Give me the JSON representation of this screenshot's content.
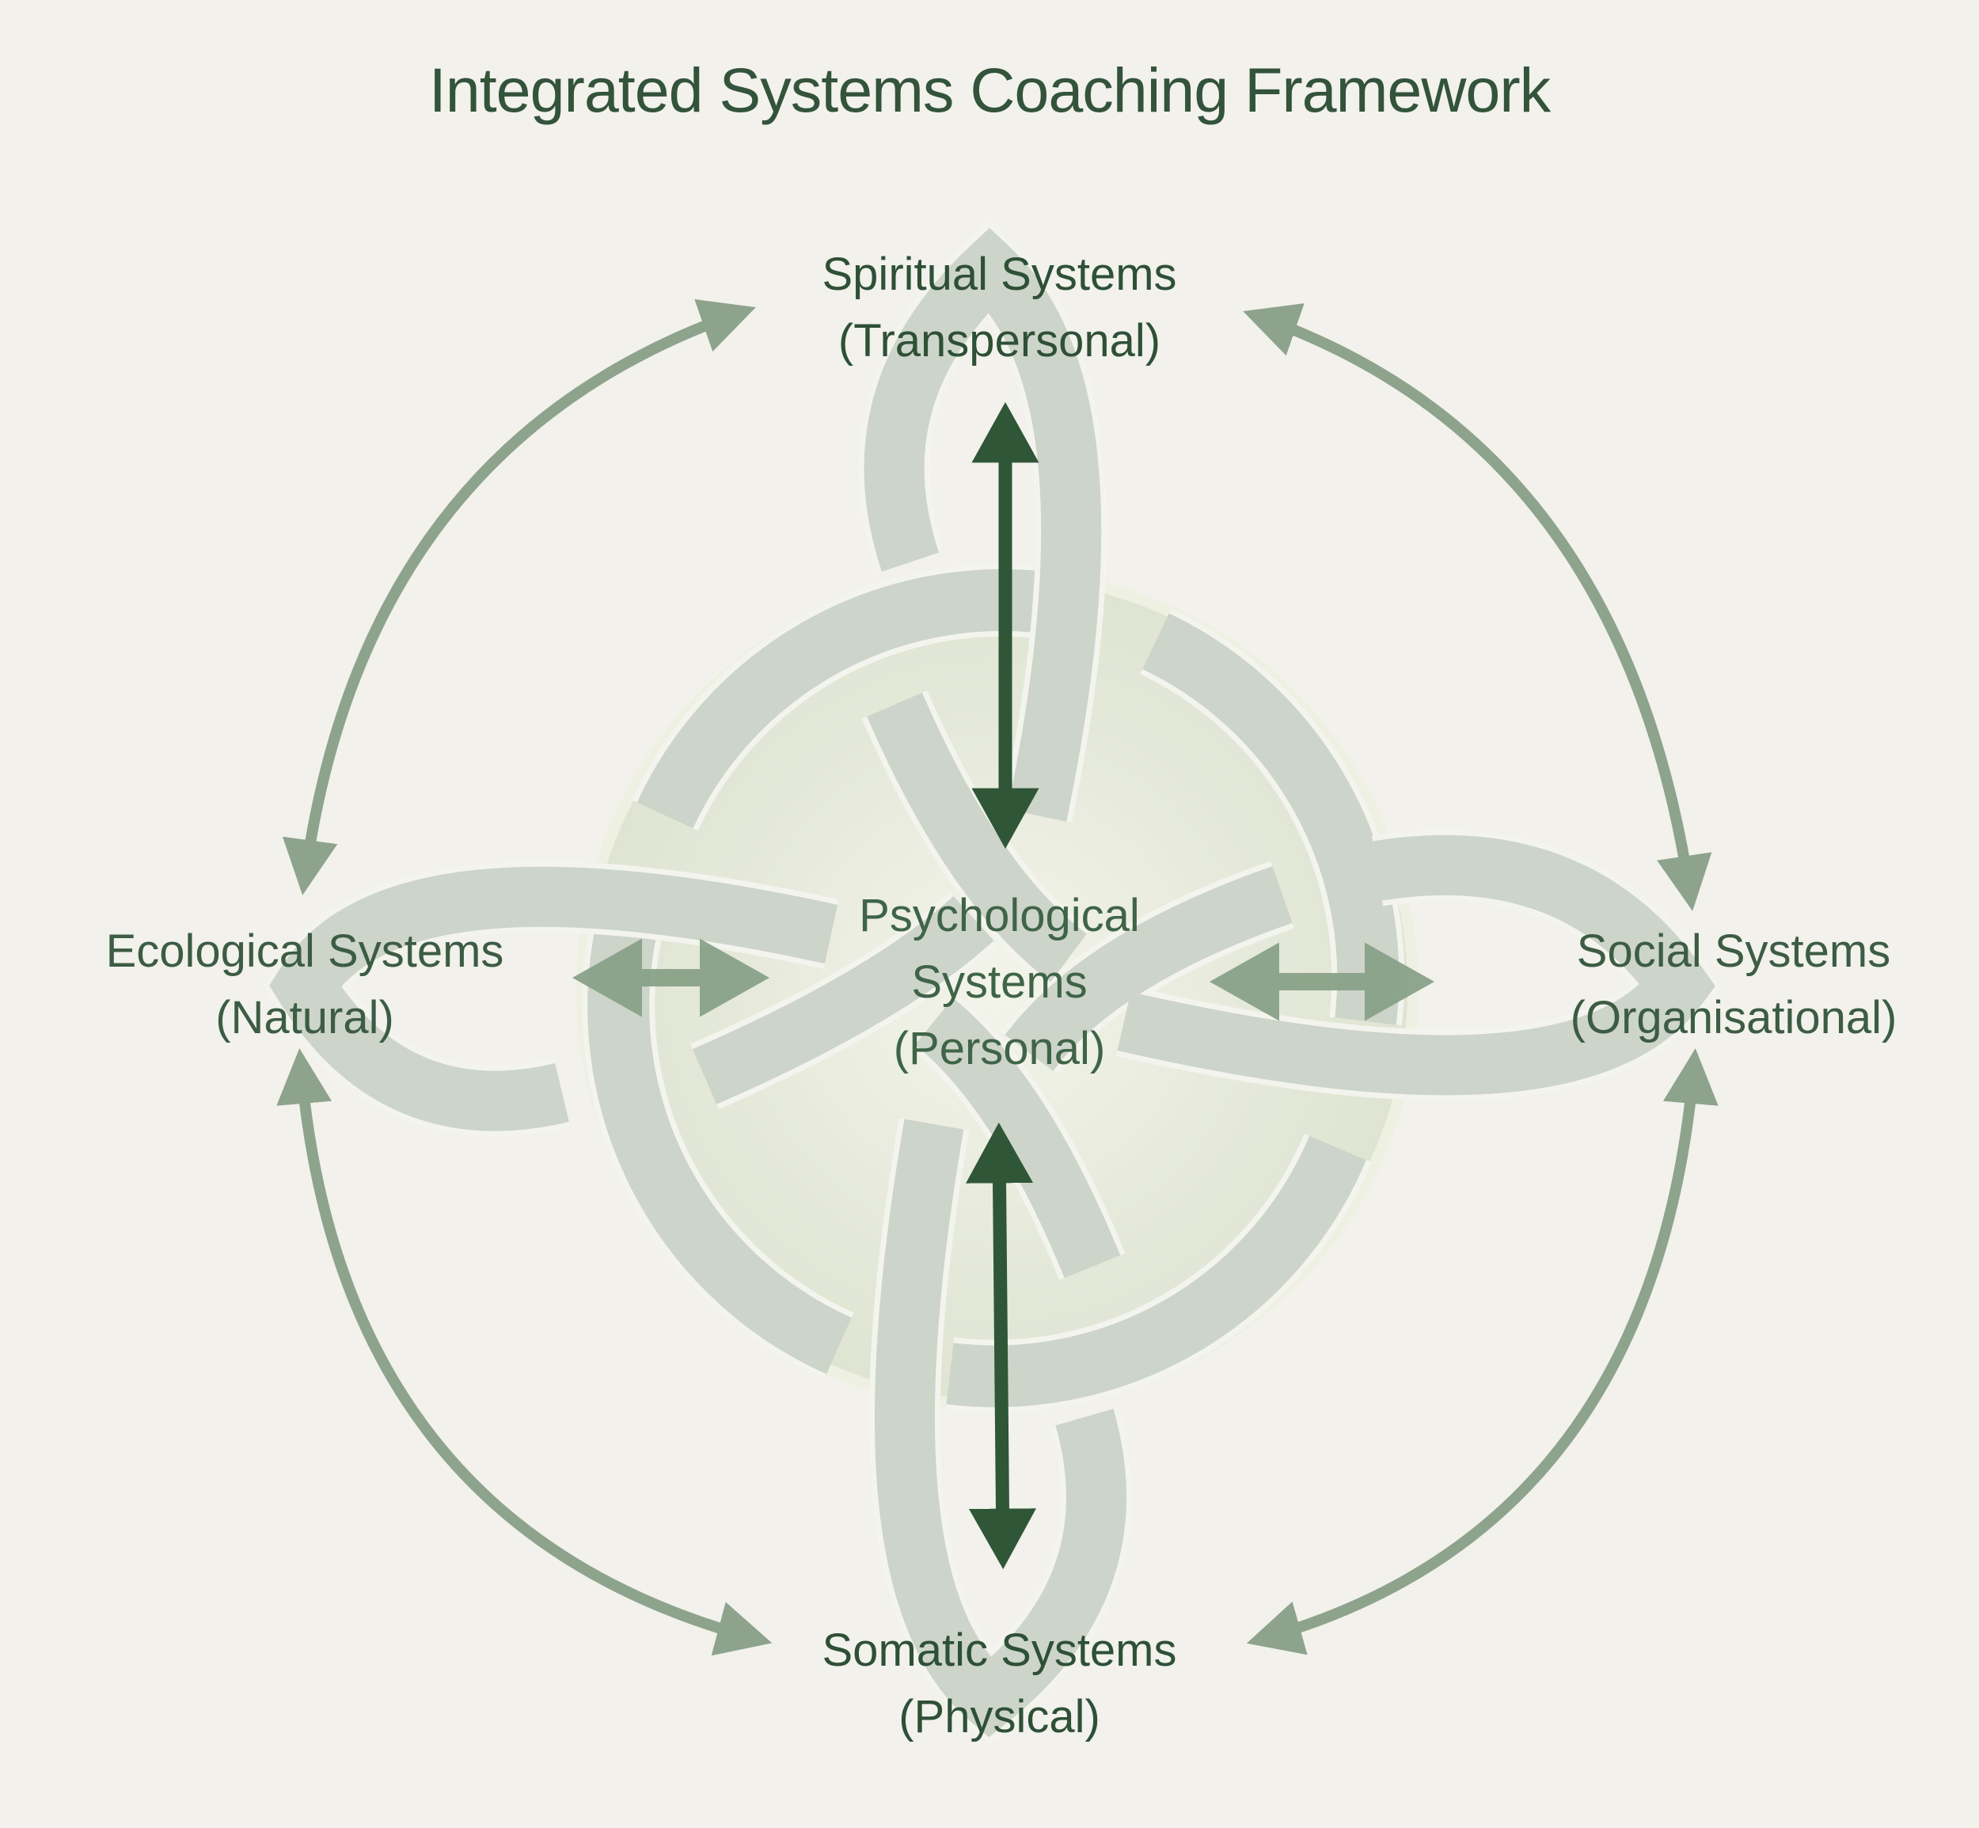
{
  "title": "Integrated Systems Coaching Framework",
  "nodes": {
    "top": {
      "line1": "Spiritual Systems",
      "line2": "(Transpersonal)"
    },
    "center": {
      "line1": "Psychological",
      "line2": "Systems",
      "line3": "(Personal)"
    },
    "left": {
      "line1": "Ecological Systems",
      "line2": "(Natural)"
    },
    "right": {
      "line1": "Social Systems",
      "line2": "(Organisational)"
    },
    "bottom": {
      "line1": "Somatic Systems",
      "line2": "(Physical)"
    }
  },
  "colors": {
    "background": "#f2f1ec",
    "title": "#33533a",
    "knot_fill": "#cdd4c9",
    "knot_outline": "#f3f4ee",
    "outer_arrows": "#8ea38c",
    "vertical_arrows": "#2f5637",
    "horizontal_arrows": "#8aa289",
    "center_glow": "#e4e8d8"
  }
}
